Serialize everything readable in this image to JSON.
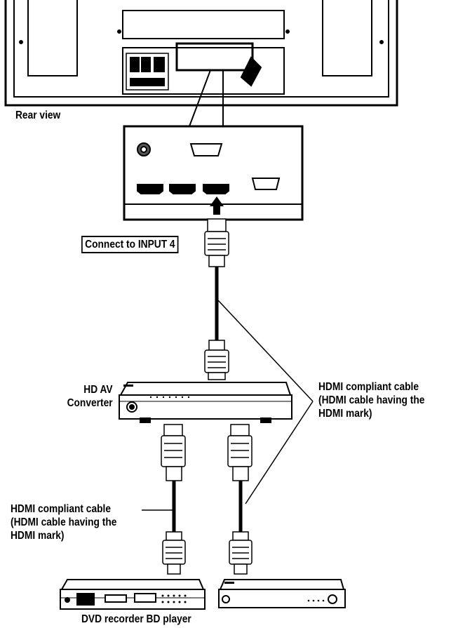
{
  "labels": {
    "rear_view": "Rear view",
    "connect_input": "Connect to INPUT 4",
    "hd_av_converter_line1": "HD AV",
    "hd_av_converter_line2": "Converter",
    "hdmi_cable_right_line1": "HDMI compliant cable",
    "hdmi_cable_right_line2": "(HDMI cable having the",
    "hdmi_cable_right_line3": "HDMI mark)",
    "hdmi_cable_left_line1": "HDMI compliant cable",
    "hdmi_cable_left_line2": "(HDMI cable having the",
    "hdmi_cable_left_line3": "HDMI mark)",
    "bottom_devices": "DVD recorder BD player"
  }
}
